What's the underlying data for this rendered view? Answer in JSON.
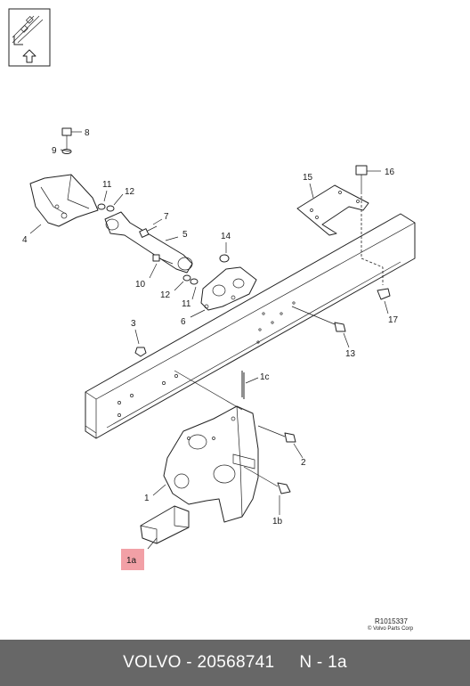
{
  "diagram": {
    "callouts": {
      "c8": "8",
      "c9": "9",
      "c4": "4",
      "c11a": "11",
      "c12a": "12",
      "c7": "7",
      "c5": "5",
      "c10": "10",
      "c12b": "12",
      "c11b": "11",
      "c14": "14",
      "c6": "6",
      "c3": "3",
      "c15": "15",
      "c16": "16",
      "c17": "17",
      "c13": "13",
      "c1c": "1c",
      "c2": "2",
      "c1": "1",
      "c1b": "1b",
      "c1a": "1a"
    },
    "highlighted_callout": "1a",
    "highlight_color": "#f2a0a6",
    "reference_code": "R1015337",
    "copyright": "© Volvo Parts Corp",
    "nav_icon": "arrow-up-icon"
  },
  "footer": {
    "text": "VOLVO - 20568741     N - 1a",
    "background": "#676767"
  }
}
